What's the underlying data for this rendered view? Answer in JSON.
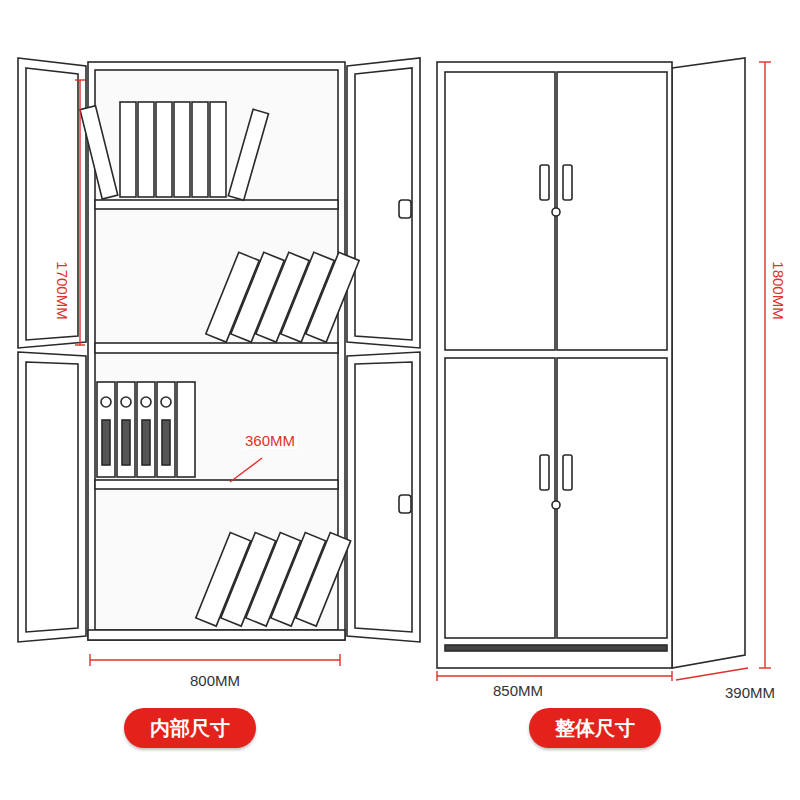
{
  "diagram": {
    "nodes": [
      {
        "text": [
          "内部尺寸"
        ]
      },
      {
        "text": [
          "整体尺寸"
        ]
      }
    ],
    "labels": [
      "1700MM",
      "360MM",
      "800MM",
      "1800MM",
      "850MM",
      "390MM"
    ]
  }
}
